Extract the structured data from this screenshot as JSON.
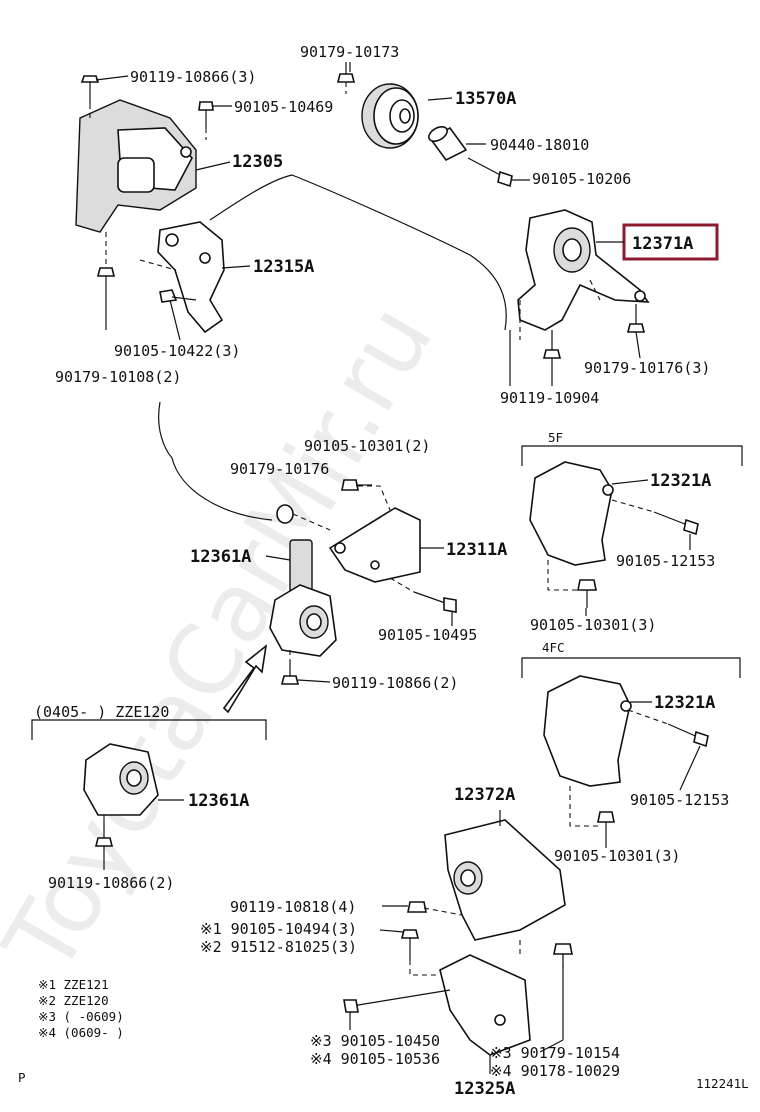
{
  "watermark": "ToyotaCarMir.ru",
  "highlight_color": "#8b1a2e",
  "diagram_id": "112241L",
  "page_mark": "P",
  "groups": {
    "g5f": "5F",
    "g4fc": "4FC",
    "variant": "(0405-        ) ZZE120"
  },
  "parts": {
    "p_13570A": "13570A",
    "p_12305": "12305",
    "p_12315A": "12315A",
    "p_12371A": "12371A",
    "p_12321A_a": "12321A",
    "p_12321A_b": "12321A",
    "p_12361A_a": "12361A",
    "p_12361A_b": "12361A",
    "p_12311A": "12311A",
    "p_12372A": "12372A",
    "p_12325A": "12325A"
  },
  "fasteners": {
    "f_90179_10173": "90179-10173",
    "f_90119_10866_3": "90119-10866(3)",
    "f_90105_10469": "90105-10469",
    "f_90440_18010": "90440-18010",
    "f_90105_10206": "90105-10206",
    "f_90105_10422_3": "90105-10422(3)",
    "f_90179_10108_2": "90179-10108(2)",
    "f_90179_10176_3": "90179-10176(3)",
    "f_90119_10904": "90119-10904",
    "f_90105_10301_2": "90105-10301(2)",
    "f_90179_10176": "90179-10176",
    "f_90105_12153_a": "90105-12153",
    "f_90105_10301_3_a": "90105-10301(3)",
    "f_90105_10495": "90105-10495",
    "f_90119_10866_2_a": "90119-10866(2)",
    "f_90105_12153_b": "90105-12153",
    "f_90119_10866_2_b": "90119-10866(2)",
    "f_90105_10301_3_b": "90105-10301(3)",
    "f_90119_10818_4": "90119-10818(4)",
    "f_x1_90105_10494_3": "※1 90105-10494(3)",
    "f_x2_91512_81025_3": "※2 91512-81025(3)",
    "f_x3_90105_10450": "※3 90105-10450",
    "f_x4_90105_10536": "※4 90105-10536",
    "f_x3_90179_10154": "※3 90179-10154",
    "f_x4_90178_10029": "※4 90178-10029"
  },
  "notes": [
    "※1  ZZE121",
    "※2  ZZE120",
    "※3  (      -0609)",
    "※4  (0609-       )"
  ]
}
